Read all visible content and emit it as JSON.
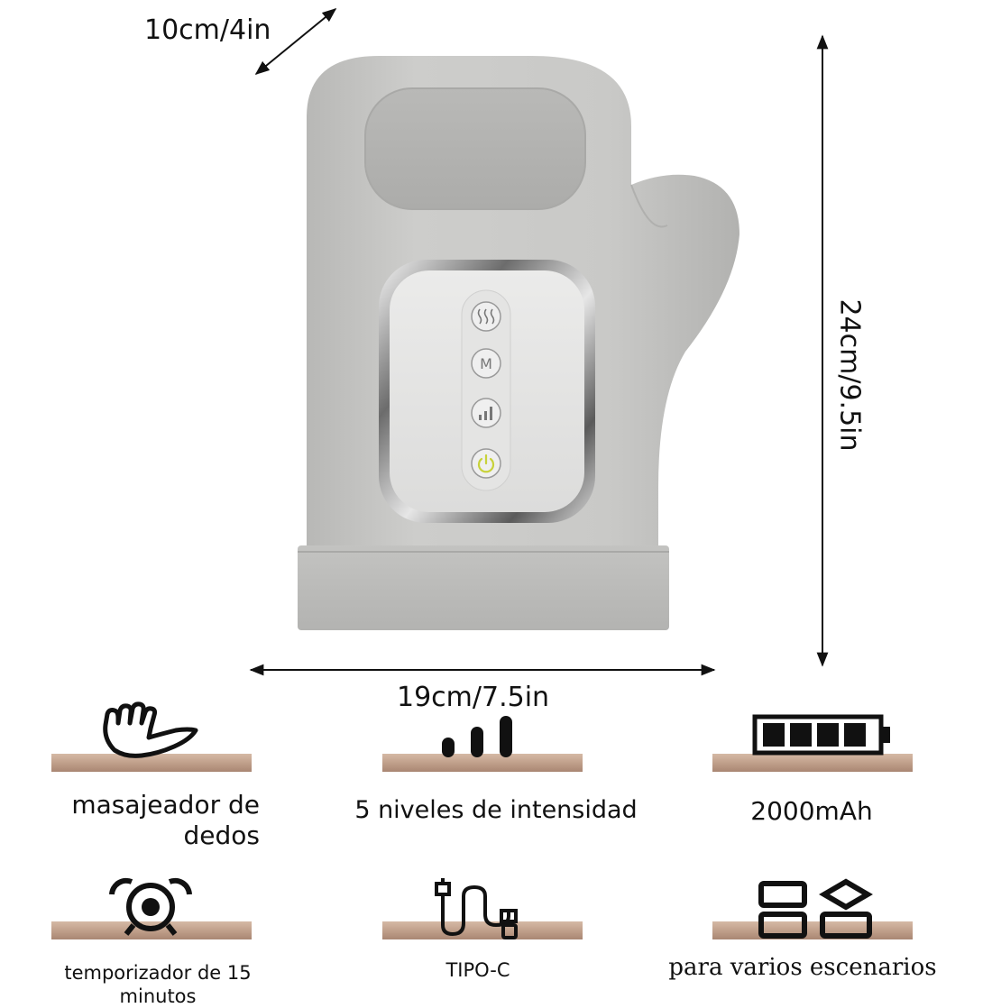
{
  "dimensions": {
    "depth": "10cm/4in",
    "height": "24cm/9.5in",
    "width": "19cm/7.5in"
  },
  "device": {
    "buttons": [
      {
        "icon": "heat-icon"
      },
      {
        "icon": "mode-icon",
        "label": "M"
      },
      {
        "icon": "intensity-icon"
      },
      {
        "icon": "power-icon"
      }
    ]
  },
  "features": [
    {
      "icon": "hand-icon",
      "label": "masajeador de dedos"
    },
    {
      "icon": "levels-icon",
      "label": "5 niveles de intensidad"
    },
    {
      "icon": "battery-icon",
      "label": "2000mAh"
    },
    {
      "icon": "alarm-clock-icon",
      "label": "temporizador de 15 minutos"
    },
    {
      "icon": "usb-c-cable-icon",
      "label": "TIPO-C"
    },
    {
      "icon": "scenarios-icon",
      "label": "para varios escenarios"
    }
  ],
  "colors": {
    "body": "#c8c8c6",
    "shelf": "#c4a491",
    "power_accent": "#c8d23a"
  }
}
